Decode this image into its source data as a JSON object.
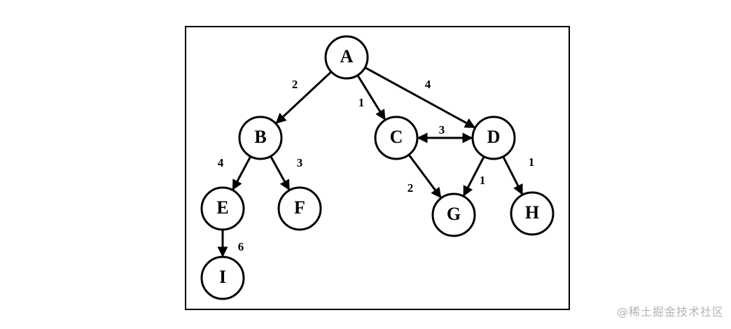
{
  "graph": {
    "nodes": [
      {
        "id": "A",
        "label": "A"
      },
      {
        "id": "B",
        "label": "B"
      },
      {
        "id": "C",
        "label": "C"
      },
      {
        "id": "D",
        "label": "D"
      },
      {
        "id": "E",
        "label": "E"
      },
      {
        "id": "F",
        "label": "F"
      },
      {
        "id": "G",
        "label": "G"
      },
      {
        "id": "H",
        "label": "H"
      },
      {
        "id": "I",
        "label": "I"
      }
    ],
    "edges": [
      {
        "from": "A",
        "to": "B",
        "weight": "2",
        "directed": true
      },
      {
        "from": "A",
        "to": "C",
        "weight": "1",
        "directed": true
      },
      {
        "from": "A",
        "to": "D",
        "weight": "4",
        "directed": true
      },
      {
        "from": "C",
        "to": "D",
        "weight": "3",
        "directed": true,
        "bidirectional": true
      },
      {
        "from": "B",
        "to": "E",
        "weight": "4",
        "directed": true
      },
      {
        "from": "B",
        "to": "F",
        "weight": "3",
        "directed": true
      },
      {
        "from": "C",
        "to": "G",
        "weight": "2",
        "directed": true
      },
      {
        "from": "D",
        "to": "G",
        "weight": "1",
        "directed": true
      },
      {
        "from": "D",
        "to": "H",
        "weight": "1",
        "directed": true
      },
      {
        "from": "E",
        "to": "I",
        "weight": "6",
        "directed": true
      }
    ]
  },
  "watermark": "@稀土掘金技术社区"
}
